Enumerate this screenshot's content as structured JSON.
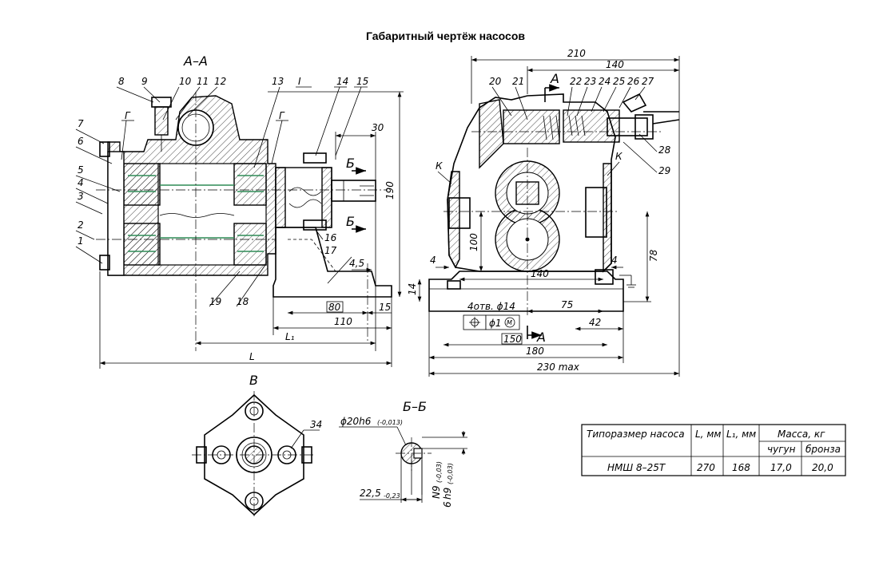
{
  "title": "Габаритный чертёж насосов",
  "views": {
    "section_aa": "А–А",
    "view_b": "В",
    "section_bb": "Б–Б",
    "mark_a": "А",
    "mark_b": "Б",
    "mark_i": "I",
    "mark_g": "Г",
    "mark_k": "К"
  },
  "callouts": [
    "1",
    "2",
    "3",
    "4",
    "5",
    "6",
    "7",
    "8",
    "9",
    "10",
    "11",
    "12",
    "13",
    "14",
    "15",
    "16",
    "17",
    "18",
    "19",
    "20",
    "21",
    "22",
    "23",
    "24",
    "25",
    "26",
    "27",
    "28",
    "29",
    "34"
  ],
  "dimensions": {
    "d210": "210",
    "d140_top": "140",
    "d30": "30",
    "d190": "190",
    "d4_5": "4,5",
    "d80": "80",
    "d15": "15",
    "d110": "110",
    "dL1": "L₁",
    "dL": "L",
    "d100": "100",
    "d4a": "4",
    "d4b": "4",
    "d140": "140",
    "d78": "78",
    "d14": "14",
    "holes": "4отв. ϕ14",
    "d75": "75",
    "d42": "42",
    "tol": "ϕ1",
    "tolM": "M",
    "d150": "150",
    "d180": "180",
    "d230": "230 max",
    "shaft_d": "ϕ20h6",
    "shaft_d_tol": "(-0,013)",
    "key_22": "22,5",
    "key_22_tol": "-0,23",
    "key_n9": "N9",
    "key_n9_tol": "(-0,03)",
    "key_6": "6",
    "key_h9": "h9",
    "key_h9_tol": "(-0,03)"
  },
  "table": {
    "headers": [
      "Типоразмер насоса",
      "L, мм",
      "L₁, мм",
      "Масса, кг"
    ],
    "sub_headers": [
      "чугун",
      "бронза"
    ],
    "rows": [
      [
        "НМШ 8–25Т",
        "270",
        "168",
        "17,0",
        "20,0"
      ]
    ]
  }
}
